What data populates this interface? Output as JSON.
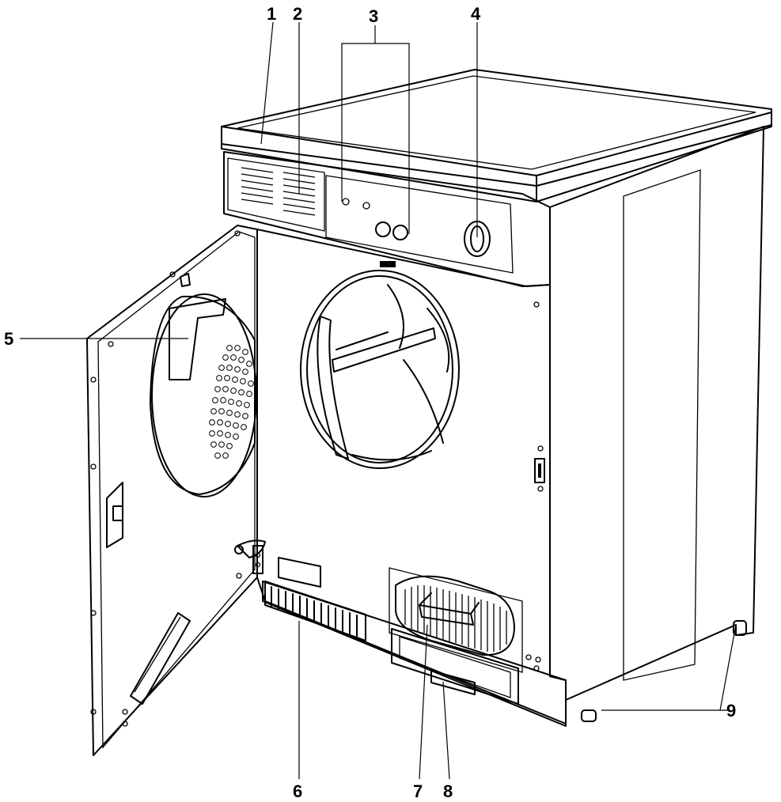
{
  "callouts": [
    {
      "id": "1",
      "label": "1"
    },
    {
      "id": "2",
      "label": "2"
    },
    {
      "id": "3",
      "label": "3"
    },
    {
      "id": "4",
      "label": "4"
    },
    {
      "id": "5",
      "label": "5"
    },
    {
      "id": "6",
      "label": "6"
    },
    {
      "id": "7",
      "label": "7"
    },
    {
      "id": "8",
      "label": "8"
    },
    {
      "id": "9",
      "label": "9"
    }
  ],
  "colors": {
    "line": "#000000",
    "top_panel": "#9a9a9a",
    "control_strip": "#ffffff",
    "filter_window": "#9a9a9a",
    "background": "#ffffff"
  }
}
